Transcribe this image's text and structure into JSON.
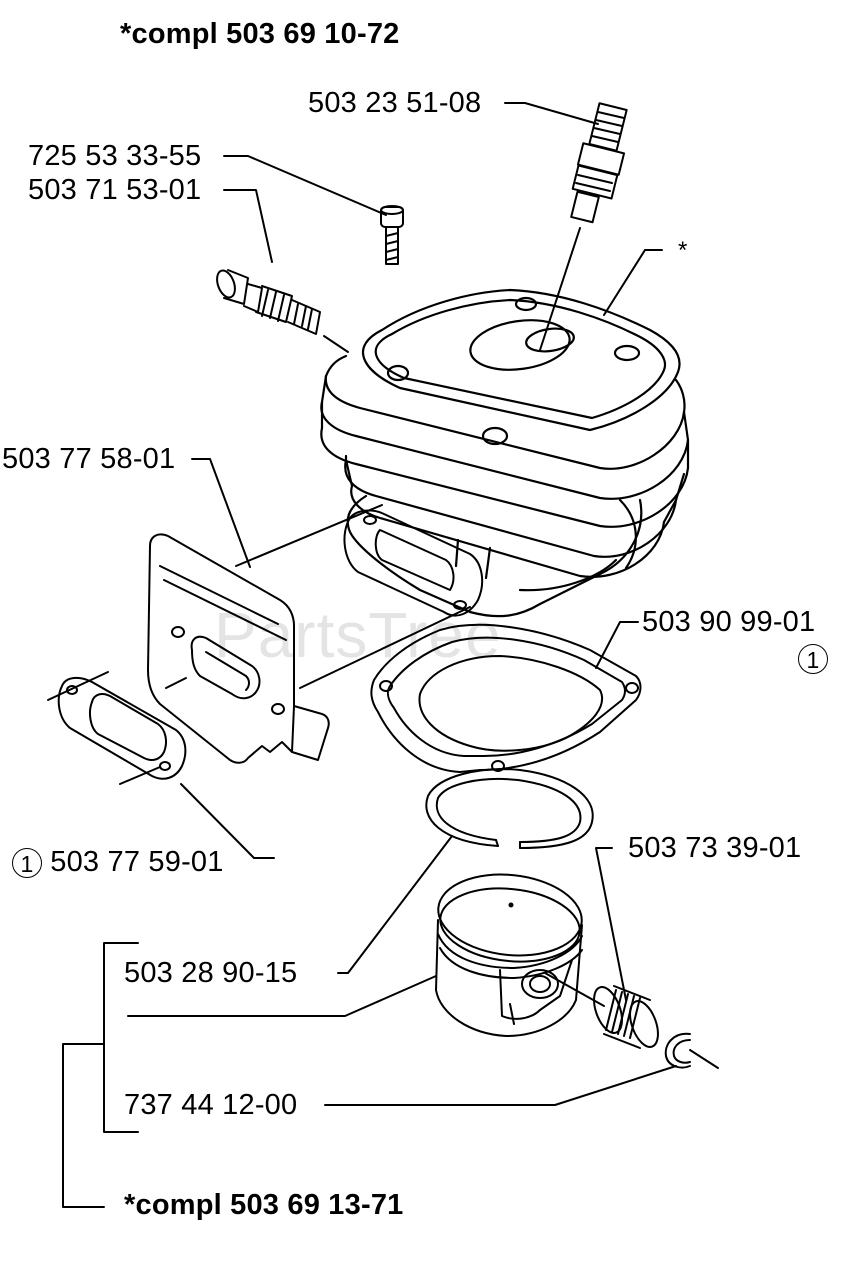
{
  "header": {
    "kit_top": "*compl 503 69 10-72"
  },
  "footer": {
    "kit_bottom": "*compl 503 69 13-71"
  },
  "watermark": "PartsTree",
  "callouts": {
    "spark_plug": "503 23 51-08",
    "screw": "725 53 33-55",
    "decompression_valve": "503 71 53-01",
    "heat_shield": "503 77 58-01",
    "base_gasket": "503 90 99-01",
    "base_gasket_marker": "1",
    "muffler_gasket": "503 77 59-01",
    "muffler_gasket_marker": "1",
    "needle_bearing": "503 73 39-01",
    "piston_ring": "503 28 90-15",
    "circlip": "737 44 12-00",
    "cylinder_asterisk": "*"
  }
}
